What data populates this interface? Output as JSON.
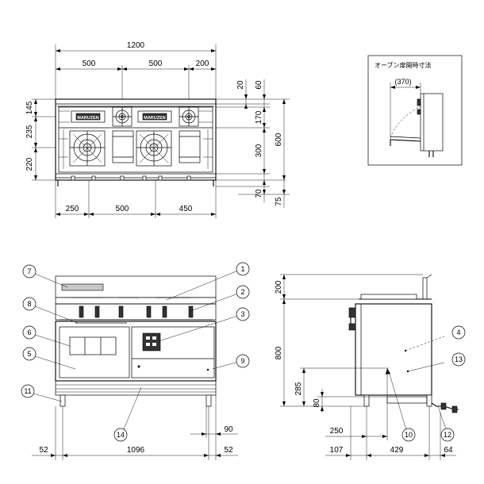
{
  "top_view": {
    "overall_width": "1200",
    "width_segments": [
      "500",
      "500",
      "200"
    ],
    "bottom_segments": [
      "250",
      "500",
      "450"
    ],
    "left_heights": [
      "145",
      "235",
      "220"
    ],
    "right_inner": [
      "20",
      "60",
      "170",
      "300"
    ],
    "right_overall": "600",
    "bottom_extra": [
      "70",
      "75"
    ],
    "brand": "MARUZEN"
  },
  "oven_inset": {
    "title": "オーブン扉開時寸法",
    "dimension": "(370)"
  },
  "front_view": {
    "callouts": [
      "1",
      "2",
      "3",
      "4",
      "5",
      "6",
      "7",
      "8",
      "9",
      "10",
      "11",
      "12",
      "13",
      "14"
    ],
    "bottom_dims": [
      "52",
      "1096",
      "52"
    ],
    "leg_dim": "90"
  },
  "side_view": {
    "heights": [
      "200",
      "800",
      "285",
      "80"
    ],
    "dim_250": "250",
    "bottom_dims": [
      "107",
      "429",
      "64"
    ]
  }
}
